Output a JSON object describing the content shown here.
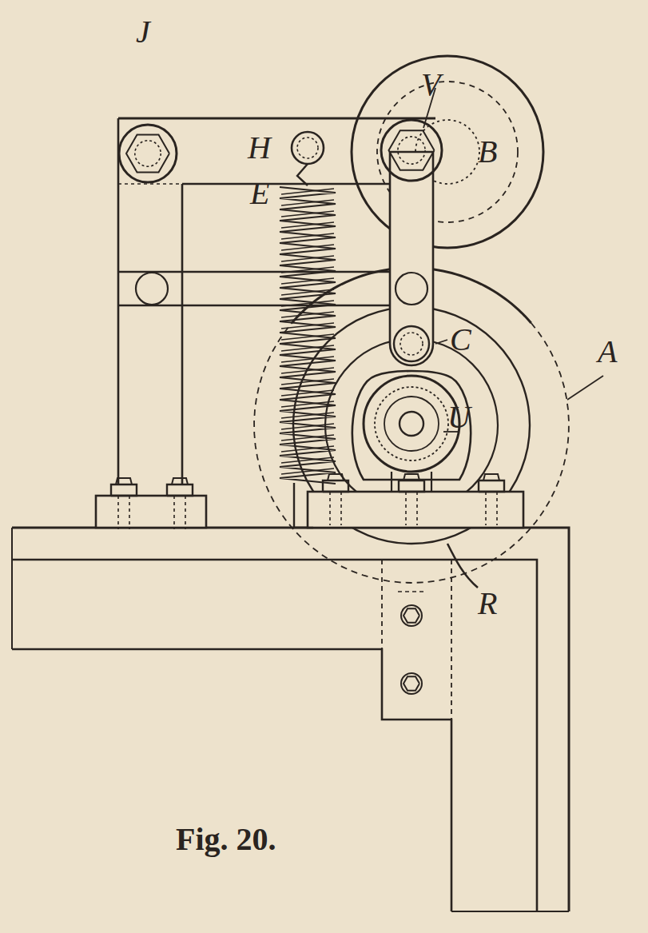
{
  "diagram": {
    "caption": "Fig. 20.",
    "labels": [
      "J",
      "H",
      "V",
      "B",
      "E",
      "C",
      "A",
      "U",
      "R"
    ]
  }
}
